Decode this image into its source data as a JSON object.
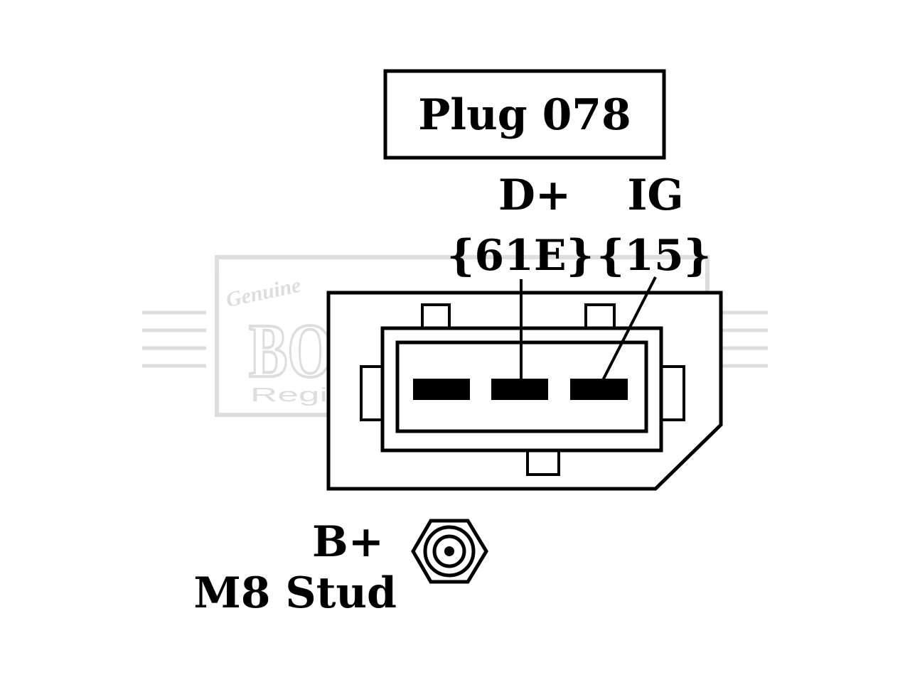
{
  "plug_label": "Plug 078",
  "pins": [
    {
      "name": "D+",
      "code": "{61E}"
    },
    {
      "name": "IG",
      "code": "{15}"
    }
  ],
  "stud": {
    "name": "B+",
    "size": "M8 Stud"
  },
  "watermark": {
    "script": "Genuine",
    "brand": "BORG & BECK",
    "mark": "®",
    "tagline": "Registered Trade Mark"
  }
}
